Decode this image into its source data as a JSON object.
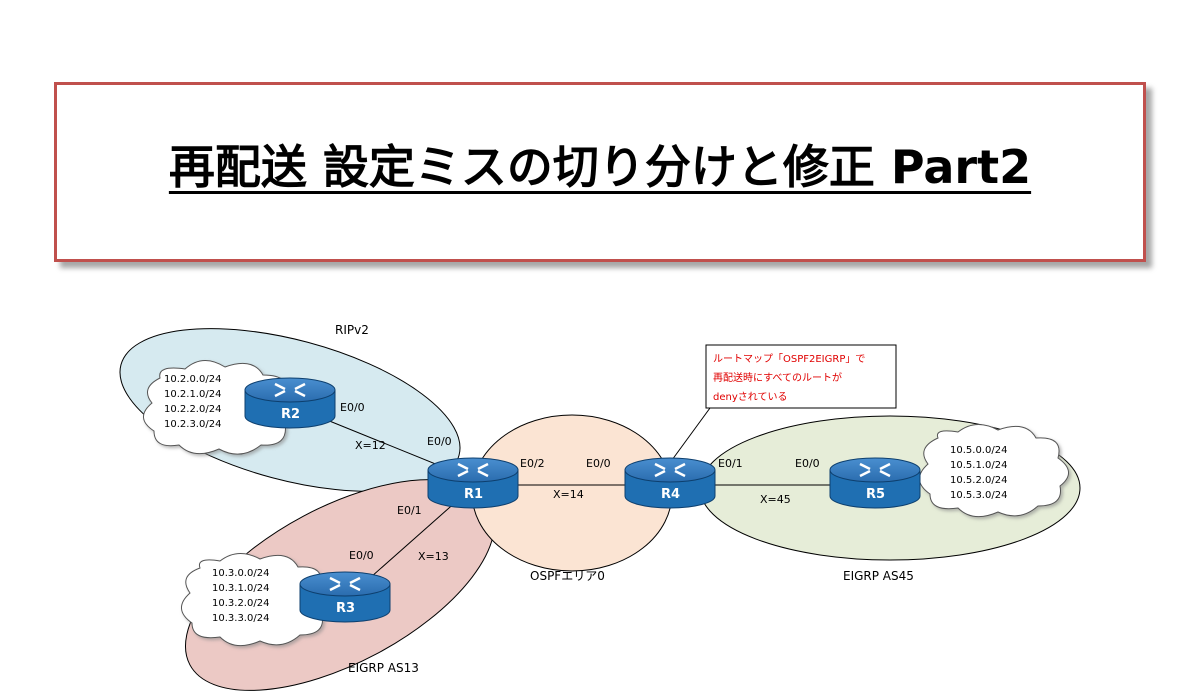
{
  "title": "再配送 設定ミスの切り分けと修正 Part2",
  "areas": {
    "rip": "RIPv2",
    "ospf": "OSPFエリア0",
    "eigrp13": "EIGRP AS13",
    "eigrp45": "EIGRP AS45"
  },
  "routers": {
    "r1": "R1",
    "r2": "R2",
    "r3": "R3",
    "r4": "R4",
    "r5": "R5"
  },
  "interfaces": {
    "r2_e00": "E0/0",
    "r1_e00": "E0/0",
    "r1_e01": "E0/1",
    "r1_e02": "E0/2",
    "r3_e00": "E0/0",
    "r4_e00": "E0/0",
    "r4_e01": "E0/1",
    "r5_e00": "E0/0"
  },
  "links": {
    "r1_r2": "X=12",
    "r1_r3": "X=13",
    "r1_r4": "X=14",
    "r4_r5": "X=45"
  },
  "networks": {
    "r2": [
      "10.2.0.0/24",
      "10.2.1.0/24",
      "10.2.2.0/24",
      "10.2.3.0/24"
    ],
    "r3": [
      "10.3.0.0/24",
      "10.3.1.0/24",
      "10.3.2.0/24",
      "10.3.3.0/24"
    ],
    "r5": [
      "10.5.0.0/24",
      "10.5.1.0/24",
      "10.5.2.0/24",
      "10.5.3.0/24"
    ]
  },
  "callout": {
    "line1": "ルートマップ「OSPF2EIGRP」で",
    "line2": "再配送時にすべてのルートが",
    "line3": "denyされている"
  },
  "colors": {
    "title_border": "#c0504d",
    "rip_area": "#d6eaf0",
    "eigrp13_area": "#ecc9c5",
    "ospf_area": "#fbe4d3",
    "eigrp45_area": "#e6edd8",
    "router": "#1f6fb2",
    "callout_text": "#e00000"
  }
}
